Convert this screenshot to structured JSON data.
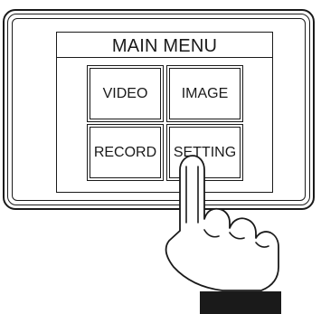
{
  "menu": {
    "title": "MAIN MENU",
    "buttons": [
      {
        "label": "VIDEO"
      },
      {
        "label": "IMAGE"
      },
      {
        "label": "RECORD"
      },
      {
        "label": "SETTING"
      }
    ]
  },
  "illustration": {
    "icon": "pointing-hand-icon",
    "touching": "SETTING"
  }
}
